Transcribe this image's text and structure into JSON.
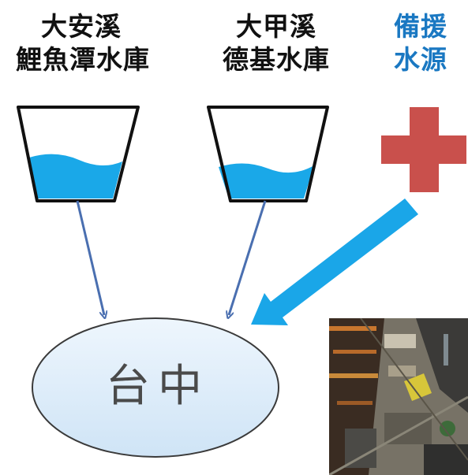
{
  "colors": {
    "label_dark": "#111111",
    "label_blue": "#1a78c2",
    "water": "#1aa8e8",
    "arrow_dark": "#4a6fb0",
    "arrow_big": "#1aa6e8",
    "plus": "#c9504c",
    "city_fill": "#dfeefa"
  },
  "sources": [
    {
      "line1": "大安溪",
      "line2": "鯉魚潭水庫"
    },
    {
      "line1": "大甲溪",
      "line2": "德基水庫"
    }
  ],
  "backup": {
    "line1": "備援",
    "line2": "水源"
  },
  "city": {
    "name": "台中"
  },
  "icons": {
    "plus": "plus-icon",
    "photo": "construction-site-photo"
  }
}
